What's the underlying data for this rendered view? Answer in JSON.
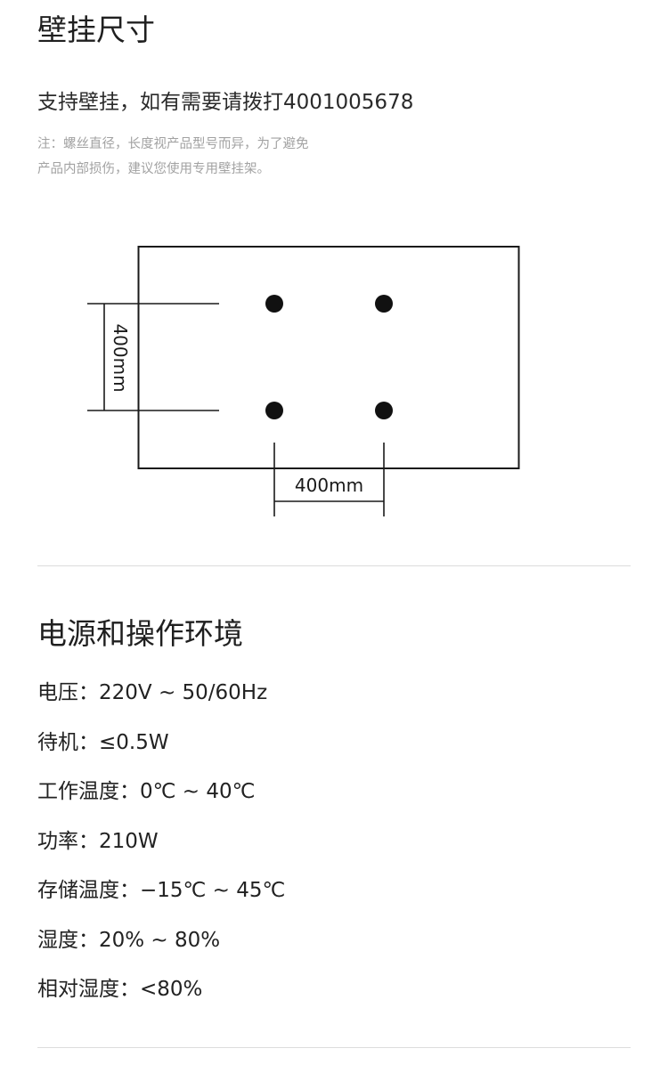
{
  "wall_mount": {
    "title": "壁挂尺寸",
    "lead": "支持壁挂，如有需要请拨打4001005678",
    "note_line_1": "注：螺丝直径，长度视产品型号而异，为了避免",
    "note_line_2": "产品内部损伤，建议您使用专用壁挂架。",
    "diagram": {
      "vertical_dimension": "400mm",
      "horizontal_dimension": "400mm"
    }
  },
  "environment": {
    "title": "电源和操作环境",
    "specs": [
      "电压：220V ~ 50/60Hz",
      "待机：≤0.5W",
      "工作温度：0℃ ~ 40℃",
      "功率：210W",
      "存储温度：−15℃ ~ 45℃",
      "湿度：20% ~ 80%",
      "相对湿度：<80%"
    ]
  }
}
